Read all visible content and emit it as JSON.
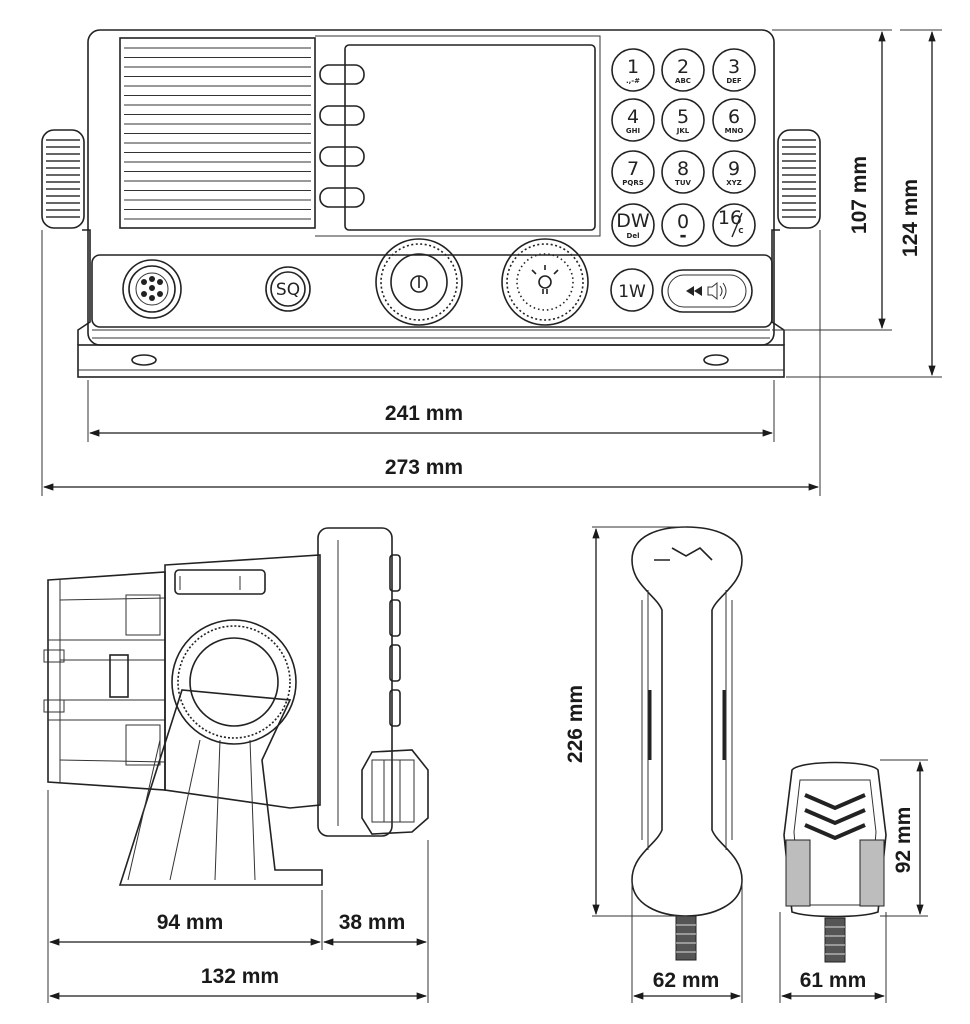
{
  "front_view": {
    "keypad": [
      {
        "num": "1",
        "sub": ".,-#"
      },
      {
        "num": "2",
        "sub": "ABC"
      },
      {
        "num": "3",
        "sub": "DEF"
      },
      {
        "num": "4",
        "sub": "GHI"
      },
      {
        "num": "5",
        "sub": "JKL"
      },
      {
        "num": "6",
        "sub": "MNO"
      },
      {
        "num": "7",
        "sub": "PQRS"
      },
      {
        "num": "8",
        "sub": "TUV"
      },
      {
        "num": "9",
        "sub": "XYZ"
      },
      {
        "num": "DW",
        "sub": "Del"
      },
      {
        "num": "0",
        "sub": "▬"
      },
      {
        "num": "16",
        "sub": "C"
      }
    ],
    "sq_label": "SQ",
    "one_w_label": "1W",
    "height_inner_label": "107 mm",
    "height_outer_label": "124 mm",
    "width_inner_label": "241 mm",
    "width_outer_label": "273 mm"
  },
  "side_view": {
    "depth_main_label": "94 mm",
    "depth_front_label": "38 mm",
    "depth_total_label": "132 mm"
  },
  "handset": {
    "length_label": "226 mm",
    "width_label": "62 mm"
  },
  "microphone": {
    "height_label": "92 mm",
    "width_label": "61 mm"
  }
}
